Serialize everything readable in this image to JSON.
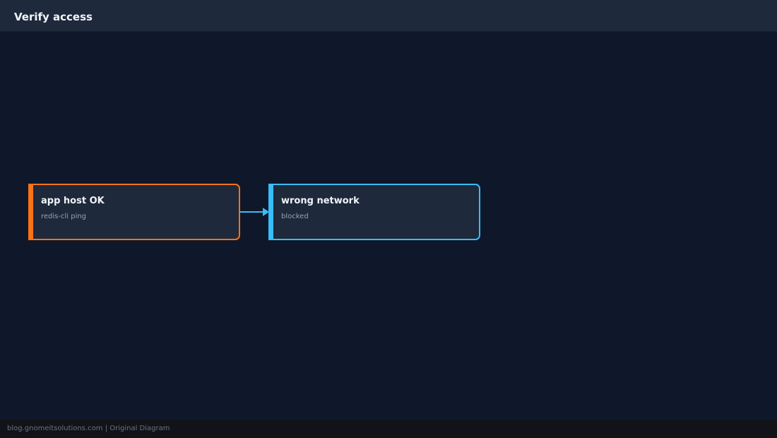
{
  "header": {
    "title": "Verify access"
  },
  "diagram": {
    "nodes": [
      {
        "id": "app-host",
        "title": "app host OK",
        "subtitle": "redis-cli ping",
        "color": "#f97316"
      },
      {
        "id": "wrong-network",
        "title": "wrong network",
        "subtitle": "blocked",
        "color": "#38bdf8"
      }
    ],
    "edges": [
      {
        "from": "app-host",
        "to": "wrong-network",
        "color": "#38bdf8"
      }
    ]
  },
  "footer": {
    "text": "blog.gnomeitsolutions.com | Original Diagram"
  }
}
